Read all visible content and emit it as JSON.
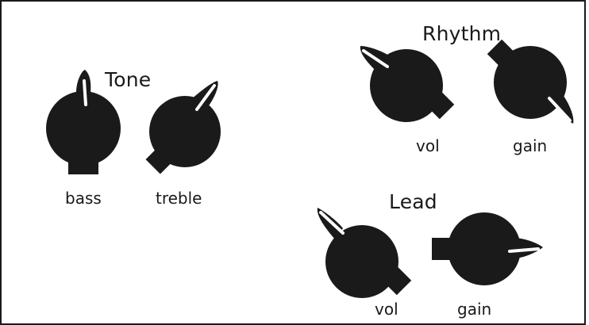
{
  "colors": {
    "ink": "#1a1a1a",
    "pointer": "#ffffff",
    "background": "#ffffff"
  },
  "sections": {
    "tone": {
      "label": "Tone",
      "knobs": [
        {
          "label": "bass",
          "pointer_icon": "knob-pointer-icon"
        },
        {
          "label": "treble",
          "pointer_icon": "knob-pointer-icon"
        }
      ]
    },
    "rhythm": {
      "label": "Rhythm",
      "knobs": [
        {
          "label": "vol",
          "pointer_icon": "knob-pointer-icon"
        },
        {
          "label": "gain",
          "pointer_icon": "knob-pointer-icon"
        }
      ]
    },
    "lead": {
      "label": "Lead",
      "knobs": [
        {
          "label": "vol",
          "pointer_icon": "knob-pointer-icon"
        },
        {
          "label": "gain",
          "pointer_icon": "knob-pointer-icon"
        }
      ]
    }
  }
}
